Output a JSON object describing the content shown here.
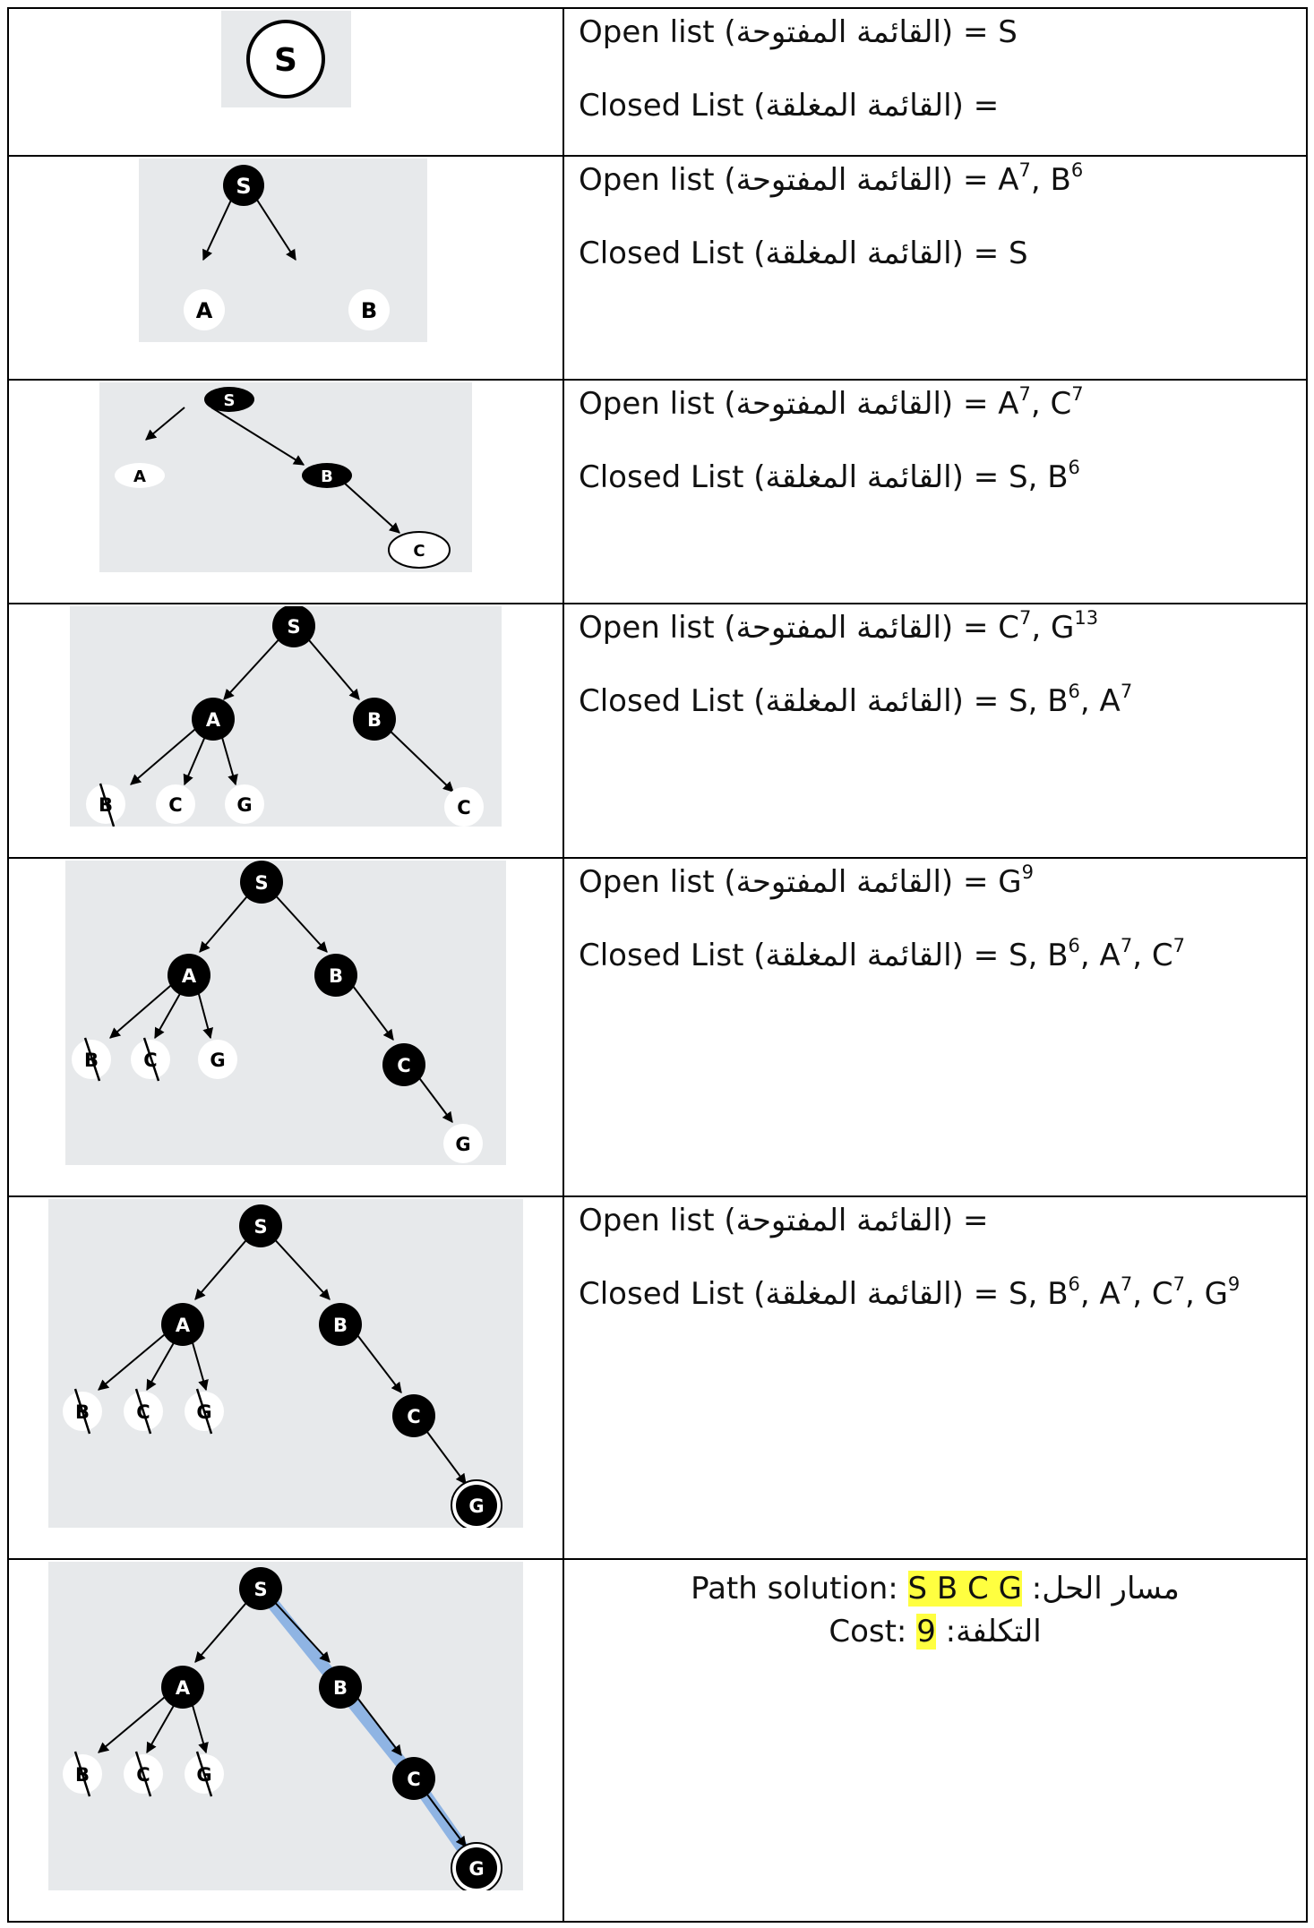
{
  "rows": [
    {
      "open_label": "Open list",
      "open_ar": "(القائمة المفتوحة)",
      "open_eq": "=",
      "open_items": [
        {
          "n": "S",
          "s": ""
        }
      ],
      "closed_label": "Closed List",
      "closed_ar": "(القائمة المغلقة)",
      "closed_eq": "=",
      "closed_items": []
    },
    {
      "open_label": "Open list",
      "open_ar": "(القائمة المفتوحة)",
      "open_eq": "=",
      "open_items": [
        {
          "n": "A",
          "s": "7"
        },
        {
          "n": "B",
          "s": "6"
        }
      ],
      "closed_label": "Closed List",
      "closed_ar": "(القائمة المغلقة)",
      "closed_eq": "=",
      "closed_items": [
        {
          "n": "S",
          "s": ""
        }
      ]
    },
    {
      "open_label": "Open list",
      "open_ar": "(القائمة المفتوحة)",
      "open_eq": "=",
      "open_items": [
        {
          "n": "A",
          "s": "7"
        },
        {
          "n": "C",
          "s": "7"
        }
      ],
      "closed_label": "Closed List",
      "closed_ar": "(القائمة المغلقة)",
      "closed_eq": "=",
      "closed_items": [
        {
          "n": "S",
          "s": ""
        },
        {
          "n": "B",
          "s": "6"
        }
      ]
    },
    {
      "open_label": "Open list",
      "open_ar": "(القائمة المفتوحة)",
      "open_eq": "=",
      "open_items": [
        {
          "n": "C",
          "s": "7"
        },
        {
          "n": "G",
          "s": "13"
        }
      ],
      "closed_label": "Closed List",
      "closed_ar": "(القائمة المغلقة)",
      "closed_eq": "=",
      "closed_items": [
        {
          "n": "S",
          "s": ""
        },
        {
          "n": "B",
          "s": "6"
        },
        {
          "n": "A",
          "s": "7"
        }
      ]
    },
    {
      "open_label": "Open list",
      "open_ar": "(القائمة المفتوحة)",
      "open_eq": "=",
      "open_items": [
        {
          "n": "G",
          "s": "9"
        }
      ],
      "closed_label": "Closed List",
      "closed_ar": "(القائمة المغلقة)",
      "closed_eq": "=",
      "closed_items": [
        {
          "n": "S",
          "s": ""
        },
        {
          "n": "B",
          "s": "6"
        },
        {
          "n": "A",
          "s": "7"
        },
        {
          "n": "C",
          "s": "7"
        }
      ]
    },
    {
      "open_label": "Open list",
      "open_ar": "(القائمة المفتوحة)",
      "open_eq": "=",
      "open_items": [],
      "closed_label": "Closed List",
      "closed_ar": "(القائمة المغلقة)",
      "closed_eq": "=",
      "closed_items": [
        {
          "n": "S",
          "s": ""
        },
        {
          "n": "B",
          "s": "6"
        },
        {
          "n": "A",
          "s": "7"
        },
        {
          "n": "C",
          "s": "7"
        },
        {
          "n": "G",
          "s": "9"
        }
      ]
    }
  ],
  "solution": {
    "path_label": "Path solution:",
    "path_value": "S B C G",
    "path_ar": "مسار الحل:",
    "cost_label": "Cost:",
    "cost_value": "9",
    "cost_ar": "التكلفة:"
  },
  "nodes": {
    "S": "S",
    "A": "A",
    "B": "B",
    "C": "C",
    "G": "G"
  },
  "colors": {
    "panel_bg": "#e7e9eb",
    "node_fill": "#000000",
    "highlight": "#ffff40",
    "path_glow": "#8fb4e3"
  }
}
